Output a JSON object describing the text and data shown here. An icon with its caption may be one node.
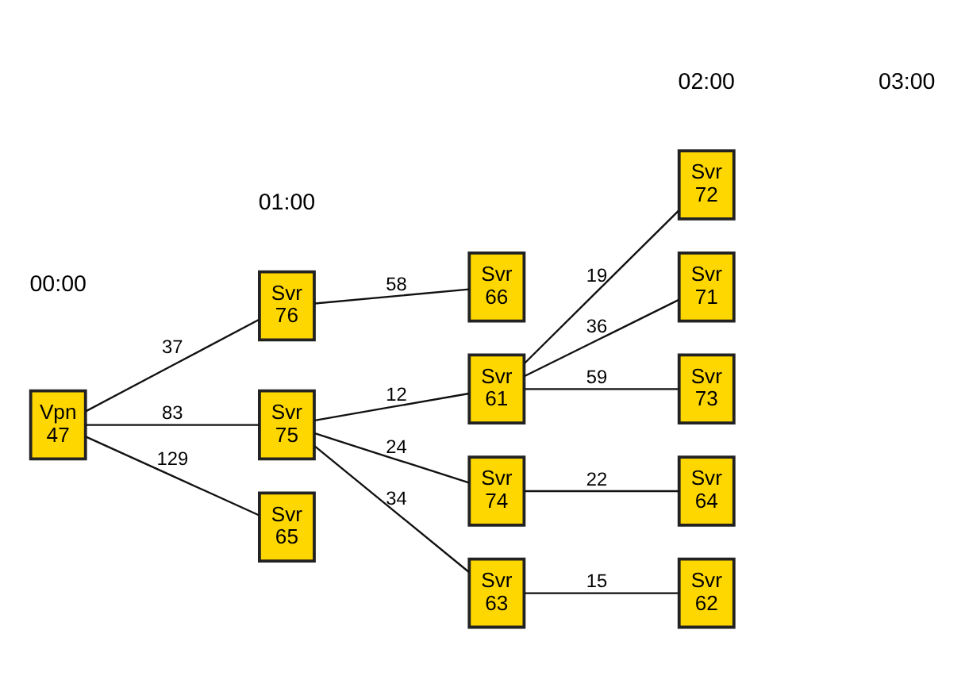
{
  "diagram": {
    "nodes": [
      {
        "text": [
          "Vpn 47"
        ]
      },
      {
        "text": [
          "Svr 76"
        ]
      },
      {
        "text": [
          "Svr 66"
        ]
      },
      {
        "text": [
          "Svr 75"
        ]
      },
      {
        "text": [
          "Svr 61"
        ]
      },
      {
        "text": [
          "Svr 72"
        ]
      },
      {
        "text": [
          "Svr 71"
        ]
      },
      {
        "text": [
          "Svr 73"
        ]
      },
      {
        "text": [
          "Svr 74"
        ]
      },
      {
        "text": [
          "Svr 64"
        ]
      },
      {
        "text": [
          "Svr 63"
        ]
      },
      {
        "text": [
          "Svr 62"
        ]
      },
      {
        "text": [
          "Svr 65"
        ]
      }
    ],
    "edges": [
      {
        "from": 0,
        "to": 1,
        "arrow": "none",
        "label": "37"
      },
      {
        "from": 1,
        "to": 2,
        "arrow": "none",
        "label": "58"
      },
      {
        "from": 0,
        "to": 3,
        "arrow": "none",
        "label": "83"
      },
      {
        "from": 0,
        "to": 12,
        "arrow": "none",
        "label": "129"
      },
      {
        "from": 3,
        "to": 4,
        "arrow": "none",
        "label": "12"
      },
      {
        "from": 3,
        "to": 8,
        "arrow": "none",
        "label": "24"
      },
      {
        "from": 3,
        "to": 10,
        "arrow": "none",
        "label": "34"
      },
      {
        "from": 4,
        "to": 5,
        "arrow": "none",
        "label": "19"
      },
      {
        "from": 4,
        "to": 6,
        "arrow": "none",
        "label": "36"
      },
      {
        "from": 4,
        "to": 7,
        "arrow": "none",
        "label": "59"
      },
      {
        "from": 8,
        "to": 9,
        "arrow": "none",
        "label": "22"
      },
      {
        "from": 10,
        "to": 11,
        "arrow": "none",
        "label": "15"
      }
    ],
    "labels": [
      "00:00",
      "01:00",
      "02:00",
      "03:00"
    ]
  }
}
